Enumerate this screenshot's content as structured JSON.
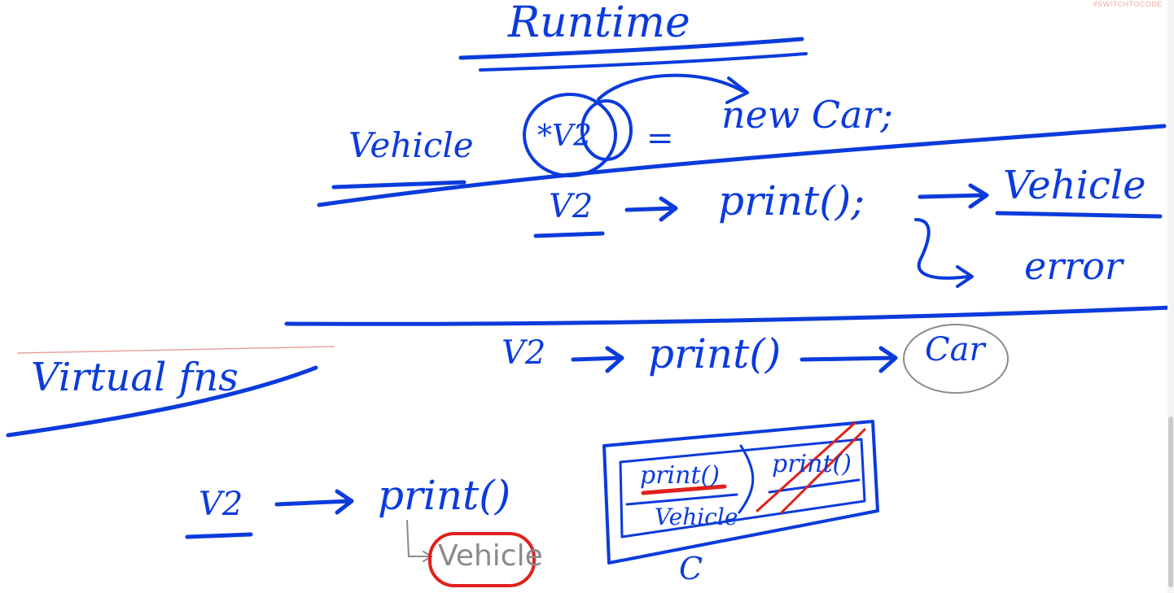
{
  "corner_tag": "#SWITCHTOCODE",
  "colors": {
    "ink": "#0b3bdc",
    "red": "#e0201c",
    "grey": "#8a8a8a",
    "faint_red": "#e8a0a0"
  },
  "board": {
    "title": "Runtime",
    "decl": {
      "type": "Vehicle",
      "pointer": "*V2",
      "equals": "=",
      "rhs": "new Car;"
    },
    "call_1": {
      "obj": "V2",
      "arrow": "→",
      "method": "print();",
      "result": "Vehicle",
      "alt": "error"
    },
    "call_2": {
      "obj": "V2",
      "method": "print()",
      "result": "Car"
    },
    "side_label": "Virtual fns",
    "call_3": {
      "obj": "V2",
      "method": "print()",
      "result": "Vehicle"
    },
    "vtable": {
      "slot_1": "print()",
      "slot_1_note": "Vehicle",
      "slot_2": "print()",
      "caption": "C"
    }
  }
}
